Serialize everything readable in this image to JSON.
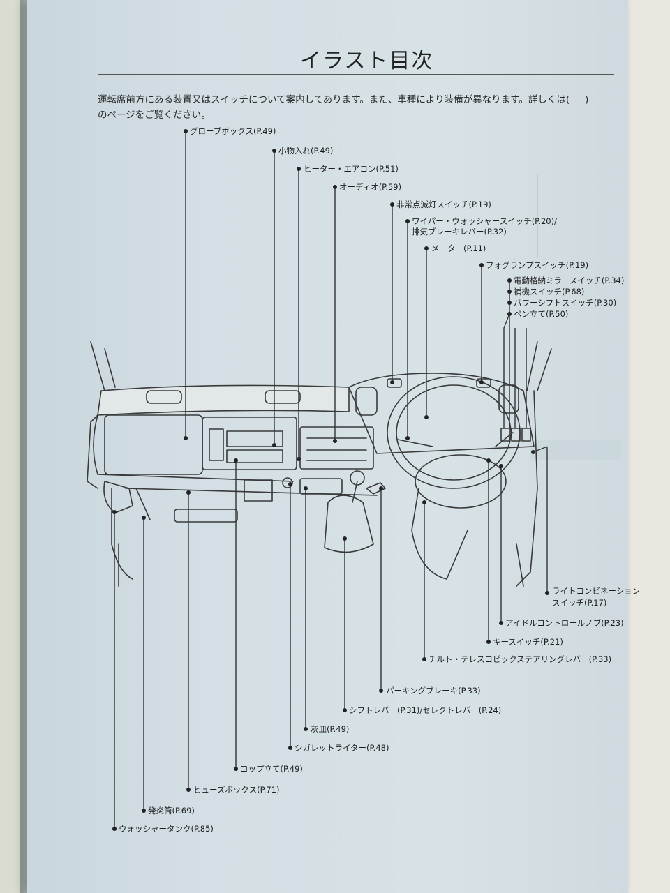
{
  "page": {
    "title": "イラスト目次",
    "intro_line1": "運転席前方にある装置又はスイッチについて案内してあります。また、車種により装備が異なります。詳しくは(",
    "intro_paren_close": ")",
    "intro_line2": "のページをご覧ください。"
  },
  "labels": {
    "glove_box": "グローブボックス(P.49)",
    "storage": "小物入れ(P.49)",
    "heater_aircon": "ヒーター・エアコン(P.51)",
    "audio": "オーディオ(P.59)",
    "hazard_switch": "非常点滅灯スイッチ(P.19)",
    "wiper_switch": "ワイパー・ウォッシャースイッチ(P.20)/",
    "exhaust_brake": "排気ブレーキレバー(P.32)",
    "meter": "メーター(P.11)",
    "fog_lamp": "フォグランプスイッチ(P.19)",
    "mirror_switch": "電動格納ミラースイッチ(P.34)",
    "aux_switch": "補機スイッチ(P.68)",
    "power_shift": "パワーシフトスイッチ(P.30)",
    "pen_holder": "ペン立て(P.50)",
    "light_combo_1": "ライトコンビネーション",
    "light_combo_2": "スイッチ(P.17)",
    "idle_control": "アイドルコントロールノブ(P.23)",
    "key_switch": "キースイッチ(P.21)",
    "tilt_tele": "チルト・テレスコピックステアリングレバー(P.33)",
    "parking_brake": "パーキングブレーキ(P.33)",
    "shift_lever": "シフトレバー(P.31)/セレクトレバー(P.24)",
    "ashtray": "灰皿(P.49)",
    "cig_lighter": "シガレットライター(P.48)",
    "cup_holder": "コップ立て(P.49)",
    "fuse_box": "ヒューズボックス(P.71)",
    "flare": "発炎筒(P.69)",
    "washer_tank": "ウォッシャータンク(P.85)"
  }
}
